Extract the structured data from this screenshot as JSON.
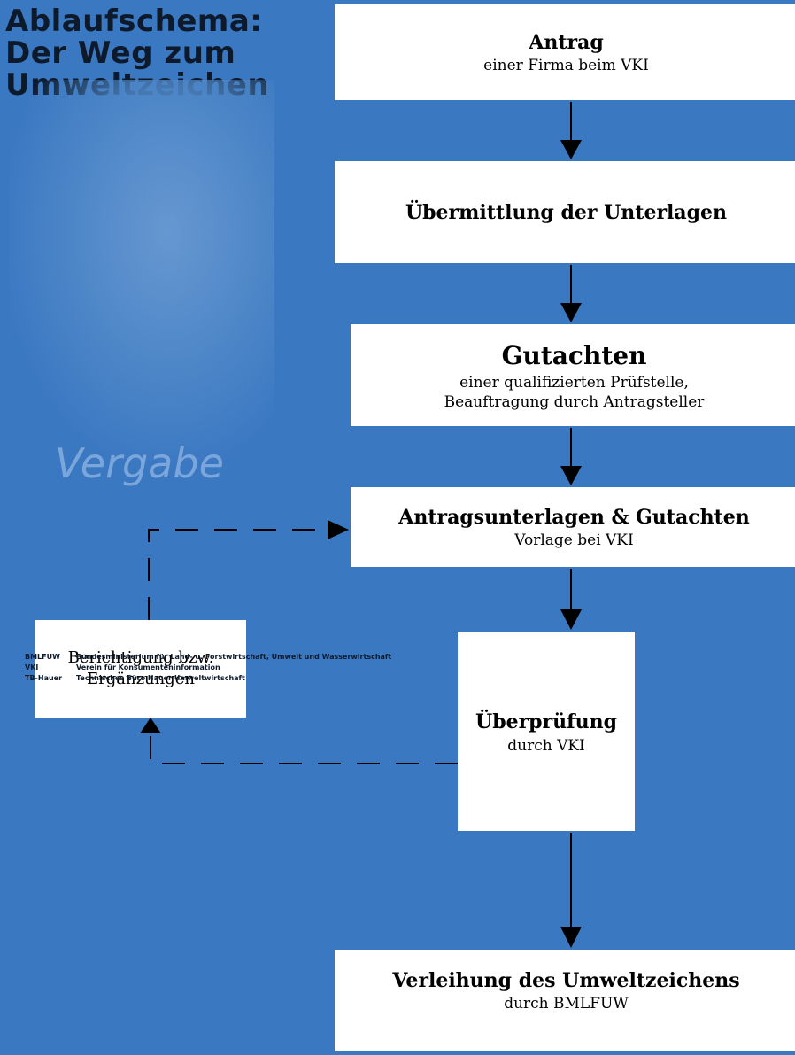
{
  "title": {
    "line1": "Ablaufschema:",
    "line2": "Der Weg zum",
    "line3": "Umweltzeichen"
  },
  "watermark": "Vergabe",
  "steps": [
    {
      "head": "Antrag",
      "sub": "einer Firma beim VKI"
    },
    {
      "head": "Übermittlung der Unterlagen",
      "sub": ""
    },
    {
      "head": "Gutachten",
      "sub1": "einer qualifizierten Prüfstelle,",
      "sub2": "Beauftragung durch Antragsteller"
    },
    {
      "head": "Antragsunterlagen & Gutachten",
      "sub": "Vorlage bei VKI"
    },
    {
      "head": "Überprüfung",
      "sub": "durch VKI"
    },
    {
      "head": "Verleihung des Umweltzeichens",
      "sub": "durch BMLFUW"
    }
  ],
  "side_box": {
    "line1": "Berichtigung bzw.",
    "line2": "Ergänzungen"
  },
  "legend": [
    {
      "abbr": "BMLFUW",
      "text": "Bundesministerium für Land- u. Forstwirtschaft, Umwelt und Wasserwirtschaft"
    },
    {
      "abbr": "VKI",
      "text": "Verein für Konsumenteninformation"
    },
    {
      "abbr": "TB-Hauer",
      "text": "Technisches Büro Hauer Umweltwirtschaft"
    }
  ],
  "colors": {
    "background": "#3b78c2",
    "box": "#ffffff",
    "arrow": "#000000"
  }
}
